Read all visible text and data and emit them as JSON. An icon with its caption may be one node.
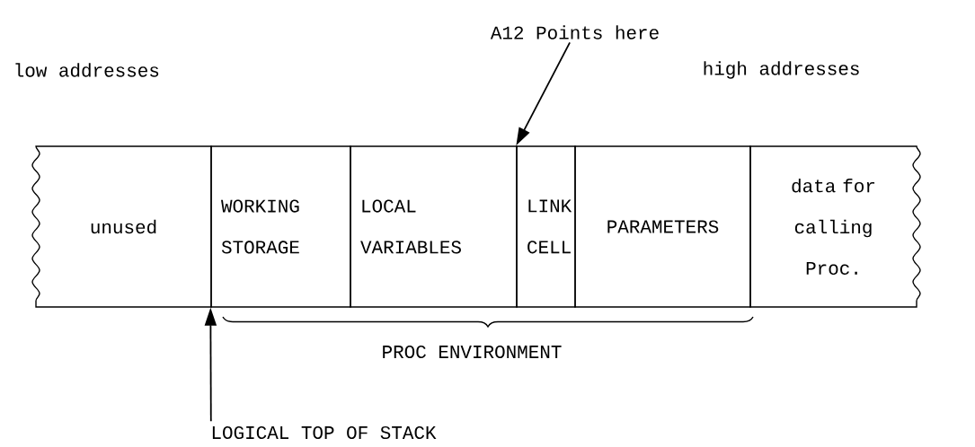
{
  "diagram": {
    "nodes": [
      {
        "text": [
          "unused"
        ]
      },
      {
        "text": [
          "WORKING STORAGE"
        ]
      },
      {
        "text": [
          "LOCAL VARIABLES"
        ]
      },
      {
        "text": [
          "LINK CELL"
        ]
      },
      {
        "text": [
          "PARAMETERS"
        ]
      },
      {
        "text": [
          "data for calling Proc."
        ]
      },
      {
        "text": [
          "A12 Points here"
        ]
      },
      {
        "text": [
          "LOGICAL TOP OF STACK"
        ]
      }
    ],
    "edges": [
      {
        "from": 6,
        "to": 3,
        "arrow": "to"
      },
      {
        "from": 7,
        "to": 1,
        "arrow": "to"
      }
    ],
    "labels": [
      "low addresses",
      "high addresses",
      "PROC ENVIRONMENT"
    ]
  }
}
